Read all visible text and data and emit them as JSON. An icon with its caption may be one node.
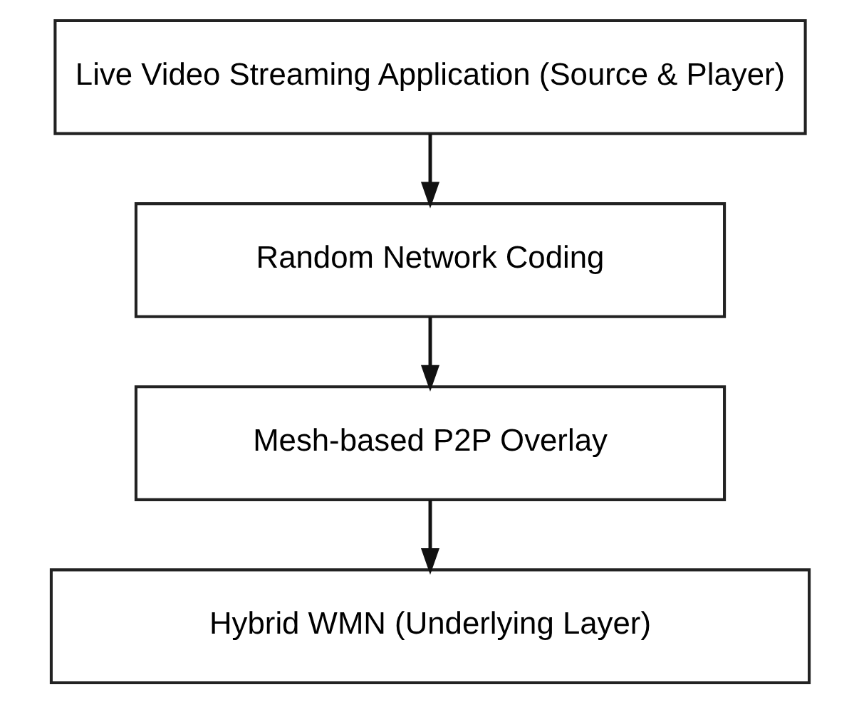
{
  "diagram": {
    "nodes": [
      {
        "text": [
          "Live Video Streaming Application (Source & Player)"
        ]
      },
      {
        "text": [
          "Random Network Coding"
        ]
      },
      {
        "text": [
          "Mesh-based P2P Overlay"
        ]
      },
      {
        "text": [
          "Hybrid WMN (Underlying Layer)"
        ]
      }
    ],
    "edges": [
      {
        "from": 0,
        "to": 1,
        "arrow": "to"
      },
      {
        "from": 1,
        "to": 2,
        "arrow": "to"
      },
      {
        "from": 2,
        "to": 3,
        "arrow": "to"
      }
    ]
  }
}
